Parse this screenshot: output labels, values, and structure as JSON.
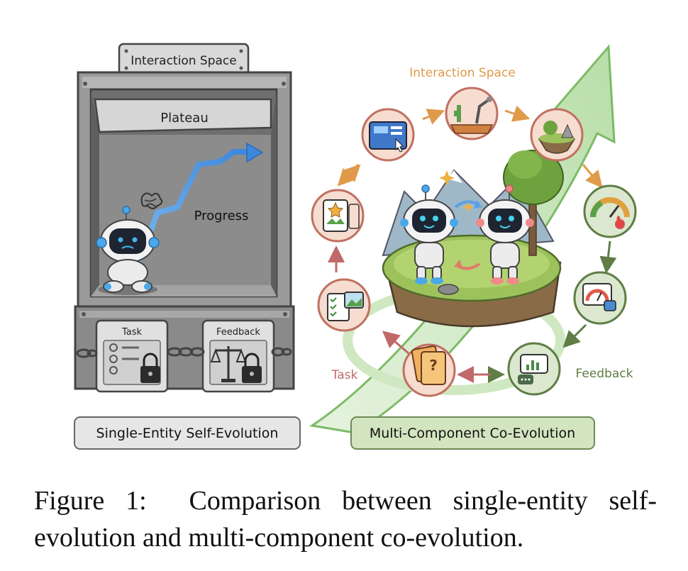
{
  "left_panel": {
    "interaction_space_label": "Interaction Space",
    "plateau_label": "Plateau",
    "progress_label": "Progress",
    "task_label": "Task",
    "feedback_label": "Feedback",
    "bottom_label": "Single-Entity Self-Evolution"
  },
  "right_panel": {
    "interaction_space_label": "Interaction Space",
    "task_label": "Task",
    "feedback_label": "Feedback",
    "bottom_label": "Multi-Component Co-Evolution"
  },
  "caption": {
    "prefix": "Figure 1:",
    "text": "Comparison between single-entity self-evolution and multi-component co-evolution."
  },
  "colors": {
    "machine_gray": "#8f8f8f",
    "interaction_orange": "#e09a4a",
    "task_red": "#c0696b",
    "feedback_green": "#5f7d45",
    "arrow_blue": "#5aa0e6",
    "big_arrow_green": "#a9d49a"
  }
}
